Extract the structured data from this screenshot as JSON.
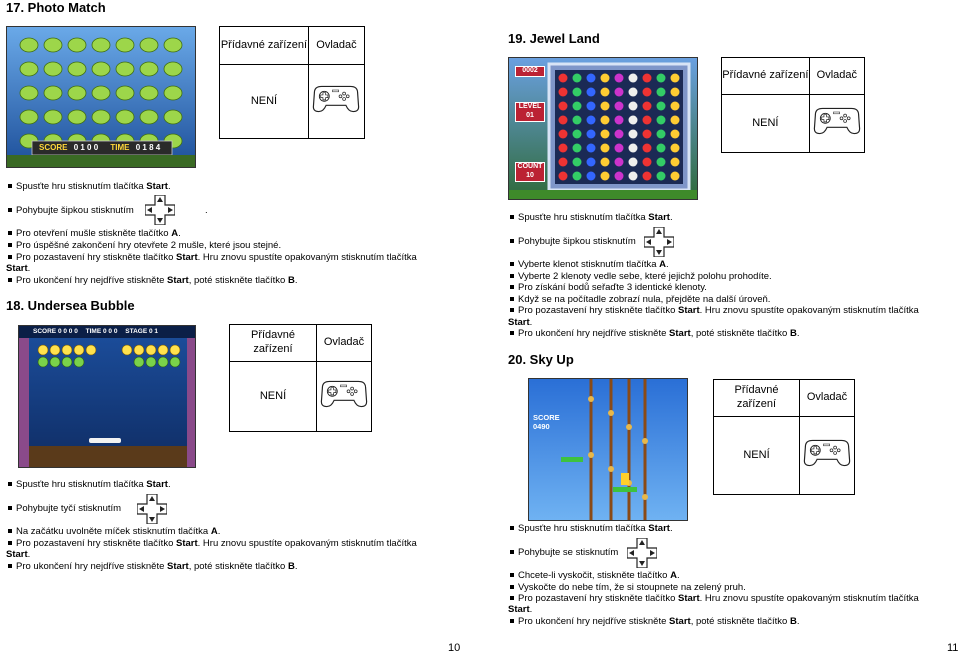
{
  "left": {
    "title17": "17. Photo Match",
    "table17": {
      "col1_header": "Přídavné zařízení",
      "col2_header": "Ovladač",
      "col1_value": "NENÍ"
    },
    "game17": {
      "score_label": "SCORE",
      "score_value": "0 1 0 0",
      "time_label": "TIME",
      "time_value": "0 1 8 4"
    },
    "b17_1": "Spusťte hru stisknutím tlačítka ",
    "b17_1b": "Start",
    "b17_2": "Pohybujte šipkou stisknutím",
    "b17_3": "Pro otevření mušle stiskněte tlačítko ",
    "b17_3b": "A",
    "b17_4": "Pro úspěšné zakončení hry otevřete 2 mušle, které jsou stejné.",
    "b17_5": "Pro pozastavení hry stiskněte tlačítko ",
    "b17_5b": "Start",
    "b17_5c": ". Hru znovu spustíte opakovaným stisknutím tlačítka",
    "b17_5d": "Start",
    "b17_6": "Pro ukončení hry nejdříve stiskněte ",
    "b17_6b": "Start",
    "b17_6c": ", poté stiskněte tlačítko ",
    "b17_6d": "B",
    "title18": "18. Undersea Bubble",
    "table18": {
      "col1_header": "Přídavné zařízení",
      "col2_header": "Ovladač",
      "col1_value": "NENÍ"
    },
    "game18": {
      "score_label": "SCORE",
      "score_value": "0 0 0 0",
      "time_label": "TIME",
      "time_value": "0 0 0",
      "stage_label": "STAGE",
      "stage_value": "0 1"
    },
    "b18_1": "Spusťte hru stisknutím tlačítka ",
    "b18_1b": "Start",
    "b18_2": "Pohybujte tyčí stisknutím",
    "b18_3": "Na začátku uvolněte míček stisknutím tlačítka ",
    "b18_3b": "A",
    "b18_4": "Pro pozastavení hry stiskněte tlačítko ",
    "b18_4b": "Start",
    "b18_4c": ". Hru znovu spustíte opakovaným stisknutím tlačítka",
    "b18_4d": "Start",
    "b18_5": "Pro ukončení hry nejdříve stiskněte ",
    "b18_5b": "Start",
    "b18_5c": ", poté stiskněte tlačítko ",
    "b18_5d": "B",
    "page": "10"
  },
  "right": {
    "title19": "19.  Jewel Land",
    "table19": {
      "col1_header": "Přídavné zařízení",
      "col2_header": "Ovladač",
      "col1_value": "NENÍ"
    },
    "game19": {
      "score_value": "0002",
      "level_label": "LEVEL",
      "level_value": "01",
      "count_label": "COUNT",
      "count_value": "10"
    },
    "b19_1": "Spusťte hru stisknutím tlačítka ",
    "b19_1b": "Start",
    "b19_2": "Pohybujte šipkou stisknutím",
    "b19_3": "Vyberte klenot stisknutím tlačítka ",
    "b19_3b": "A",
    "b19_4": "Vyberte 2 klenoty vedle sebe, které jejichž polohu prohodíte.",
    "b19_5": "Pro získání bodů seřaďte 3 identické klenoty.",
    "b19_6": "Když se na počítadle zobrazí nula, přejděte na další úroveň.",
    "b19_7": "Pro pozastavení hry stiskněte tlačítko ",
    "b19_7b": "Start",
    "b19_7c": ". Hru znovu spustíte opakovaným stisknutím tlačítka",
    "b19_7d": "Start",
    "b19_8": "Pro ukončení hry nejdříve stiskněte ",
    "b19_8b": "Start",
    "b19_8c": ", poté stiskněte tlačítko ",
    "b19_8d": "B",
    "title20": "20. Sky Up",
    "table20": {
      "col1_header": "Přídavné zařízení",
      "col2_header": "Ovladač",
      "col1_value": "NENÍ"
    },
    "game20": {
      "score_label": "SCORE",
      "score_value": "0490"
    },
    "b20_1": "Spusťte hru stisknutím tlačítka ",
    "b20_1b": "Start",
    "b20_2": "Pohybujte se stisknutím",
    "b20_3": "Chcete-li vyskočit, stiskněte tlačítko ",
    "b20_3b": "A",
    "b20_4": "Vyskočte do nebe tím, že si stoupnete na zelený pruh.",
    "b20_5": "Pro pozastavení hry stiskněte tlačítko ",
    "b20_5b": "Start",
    "b20_5c": ". Hru znovu spustíte opakovaným stisknutím tlačítka",
    "b20_5d": "Start",
    "b20_6": "Pro ukončení hry nejdříve stiskněte ",
    "b20_6b": "Start",
    "b20_6c": ", poté stiskněte tlačítko ",
    "b20_6d": "B",
    "page": "11"
  },
  "punct": {
    "dot": ".",
    "space_dot": " ."
  },
  "icons": {
    "controller": "gamepad-icon",
    "dpad": "dpad-icon"
  },
  "colors": {
    "ocean": "#1a5fb0",
    "sky": "#2a6fd6",
    "jewel_frame": "#8fb4e0"
  }
}
